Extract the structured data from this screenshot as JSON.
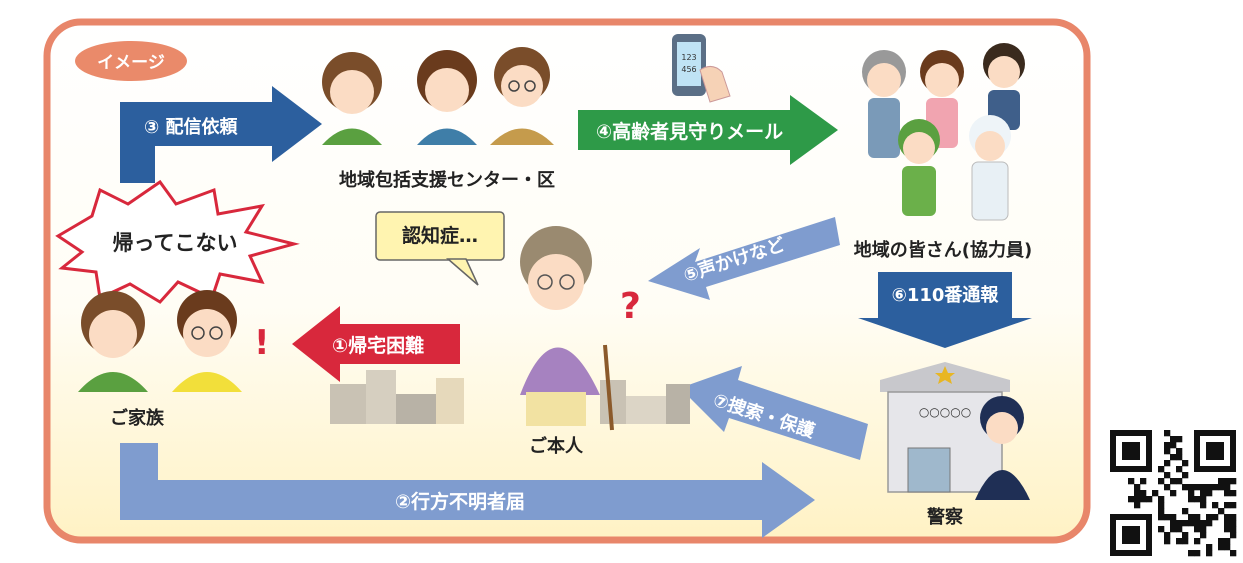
{
  "badge": "イメージ",
  "nodes": {
    "center": "地域包括支援センター・区",
    "community": "地域の皆さん(協力員)",
    "person": "ご本人",
    "family": "ご家族",
    "police": "警察"
  },
  "speech": {
    "dementia": "認知症…",
    "not_home": "帰ってこない"
  },
  "flows": {
    "f1": "①帰宅困難",
    "f2": "②行方不明者届",
    "f3": "③ 配信依頼",
    "f4": "④高齢者見守りメール",
    "f5": "⑤声かけなど",
    "f6": "⑥110番通報",
    "f7": "⑦捜索・保護"
  },
  "police_sign": "○○○○○",
  "colors": {
    "frame": "#e8866a",
    "blue": "#2c5f9e",
    "green": "#2e9a48",
    "red": "#d8283c",
    "light_blue": "#7f9ccf"
  },
  "icons": [
    "smartphone-icon",
    "qr-code-icon",
    "exclamation-icon",
    "question-icon",
    "star-icon"
  ]
}
